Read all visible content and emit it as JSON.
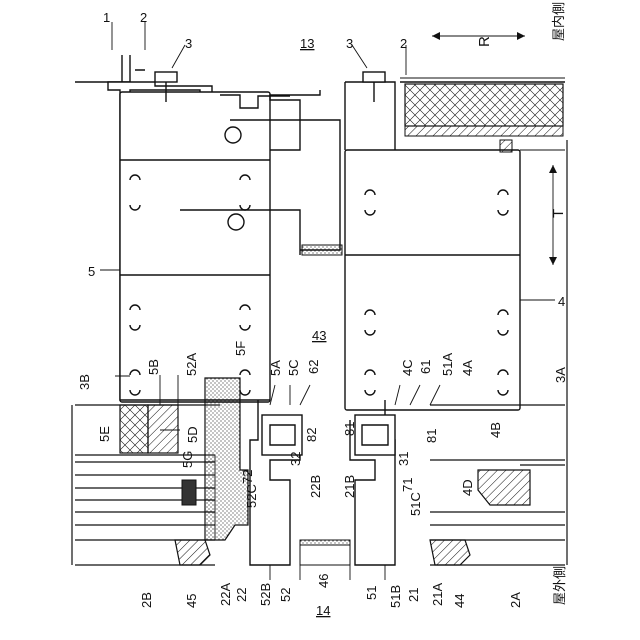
{
  "labels": {
    "l1": "1",
    "l2_left": "2",
    "l3_left": "3",
    "l13": "13",
    "l3_right": "3",
    "l2_right": "2",
    "R": "R",
    "indoor": "屋内側",
    "outdoor": "屋外側",
    "T": "T",
    "l5": "5",
    "l4": "4",
    "l43": "43",
    "l3B": "3B",
    "l5B": "5B",
    "l52A": "52A",
    "l5F": "5F",
    "l5A": "5A",
    "l5C": "5C",
    "l62": "62",
    "l4C": "4C",
    "l61": "61",
    "l51A": "51A",
    "l4A": "4A",
    "l3A": "3A",
    "l5E": "5E",
    "l5D": "5D",
    "l82": "82",
    "l32": "32",
    "l81a": "81",
    "l81b": "81",
    "l31": "31",
    "l4B": "4B",
    "l5G": "5G",
    "l4D": "4D",
    "l52C": "52C",
    "l72": "72",
    "l22B": "22B",
    "l21B": "21B",
    "l71": "71",
    "l51C": "51C",
    "l2B": "2B",
    "l45": "45",
    "l22A": "22A",
    "l22": "22",
    "l52B": "52B",
    "l52": "52",
    "l46": "46",
    "l51": "51",
    "l51B": "51B",
    "l21": "21",
    "l21A": "21A",
    "l44": "44",
    "l2A": "2A",
    "l14": "14"
  }
}
